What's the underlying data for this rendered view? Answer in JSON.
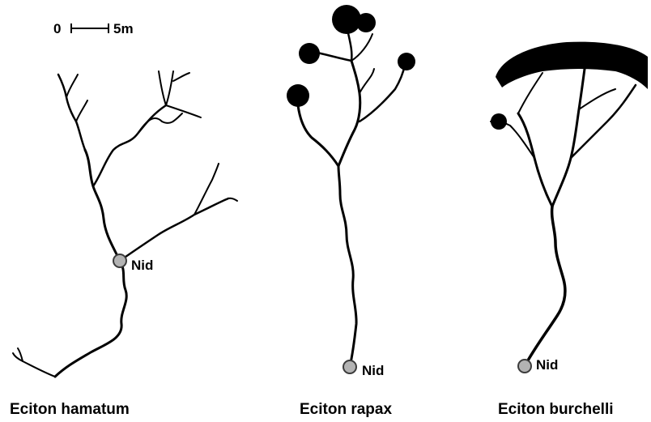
{
  "scale_bar": {
    "start_label": "0",
    "end_label": "5m"
  },
  "panels": [
    {
      "species": "Eciton hamatum",
      "nest_label": "Nid"
    },
    {
      "species": "Eciton rapax",
      "nest_label": "Nid"
    },
    {
      "species": "Eciton burchelli",
      "nest_label": "Nid"
    }
  ],
  "colors": {
    "trail": "#000000",
    "nest_fill": "#b3b3b3",
    "nest_stroke": "#3c3c3c"
  }
}
